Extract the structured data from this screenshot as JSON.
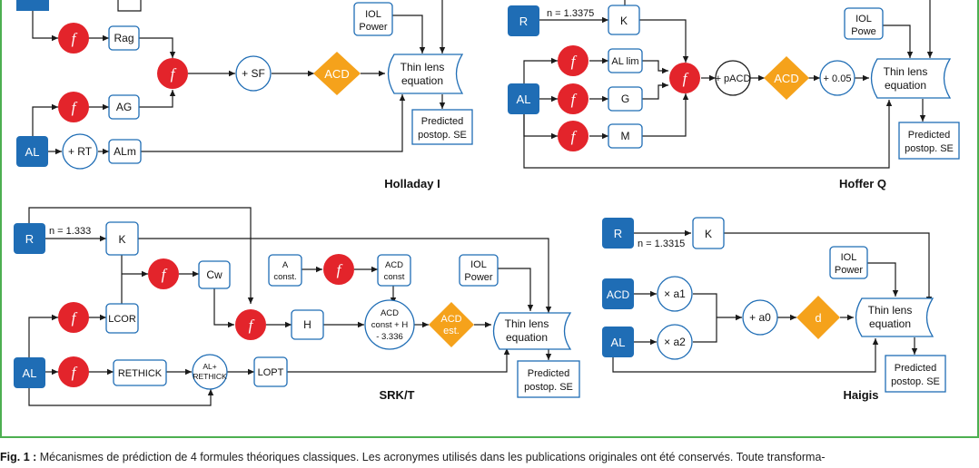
{
  "colors": {
    "frame_green": "#4caf50",
    "input_blue": "#1f6db5",
    "function_red": "#e3242b",
    "acd_orange": "#f5a21b",
    "box_stroke": "#1f6db5",
    "line": "#1a1a1a"
  },
  "function_symbol": "f",
  "holladay": {
    "title": "Holladay I",
    "iol_power": [
      "IOL",
      "Power"
    ],
    "rag": "Rag",
    "sf": "+ SF",
    "acd": "ACD",
    "thin_lens": [
      "Thin lens",
      "equation"
    ],
    "ag": "AG",
    "predicted": [
      "Predicted",
      "postop. SE"
    ],
    "al": "AL",
    "rt": "+ RT",
    "alm": "ALm"
  },
  "hoffer": {
    "title": "Hoffer Q",
    "r": "R",
    "n": "n = 1.3375",
    "k": "K",
    "iol_power": [
      "IOL",
      "Powe"
    ],
    "al_lim": "AL lim",
    "pacd": "+ pACD",
    "acd": "ACD",
    "add": "+ 0.05",
    "thin_lens": [
      "Thin lens",
      "equation"
    ],
    "al": "AL",
    "g": "G",
    "m": "M",
    "predicted": [
      "Predicted",
      "postop. SE"
    ]
  },
  "srkt": {
    "title": "SRK/T",
    "r": "R",
    "n": "n = 1.333",
    "k": "K",
    "cw": "Cw",
    "a_const": [
      "A",
      "const."
    ],
    "acd_const": [
      "ACD",
      "const"
    ],
    "iol_power": [
      "IOL",
      "Power"
    ],
    "lcor": "LCOR",
    "h": "H",
    "acd_calc": [
      "ACD",
      "const + H",
      "- 3.336"
    ],
    "acd_est": [
      "ACD",
      "est."
    ],
    "thin_lens": [
      "Thin lens",
      "equation"
    ],
    "al": "AL",
    "rethick": "RETHICK",
    "al_rethick": [
      "AL+",
      "RETHICK"
    ],
    "lopt": "LOPT",
    "predicted": [
      "Predicted",
      "postop. SE"
    ]
  },
  "haigis": {
    "title": "Haigis",
    "r": "R",
    "n": "n = 1.3315",
    "k": "K",
    "iol_power": [
      "IOL",
      "Power"
    ],
    "acd": "ACD",
    "a1": "× a1",
    "a0": "+ a0",
    "d": "d",
    "thin_lens": [
      "Thin lens",
      "equation"
    ],
    "al": "AL",
    "a2": "× a2",
    "predicted": [
      "Predicted",
      "postop. SE"
    ]
  },
  "caption": {
    "label": "Fig. 1 :",
    "text": "Mécanismes de prédiction de 4 formules théoriques classiques. Les acronymes utilisés dans les publications originales ont été conservés. Toute transforma-"
  }
}
